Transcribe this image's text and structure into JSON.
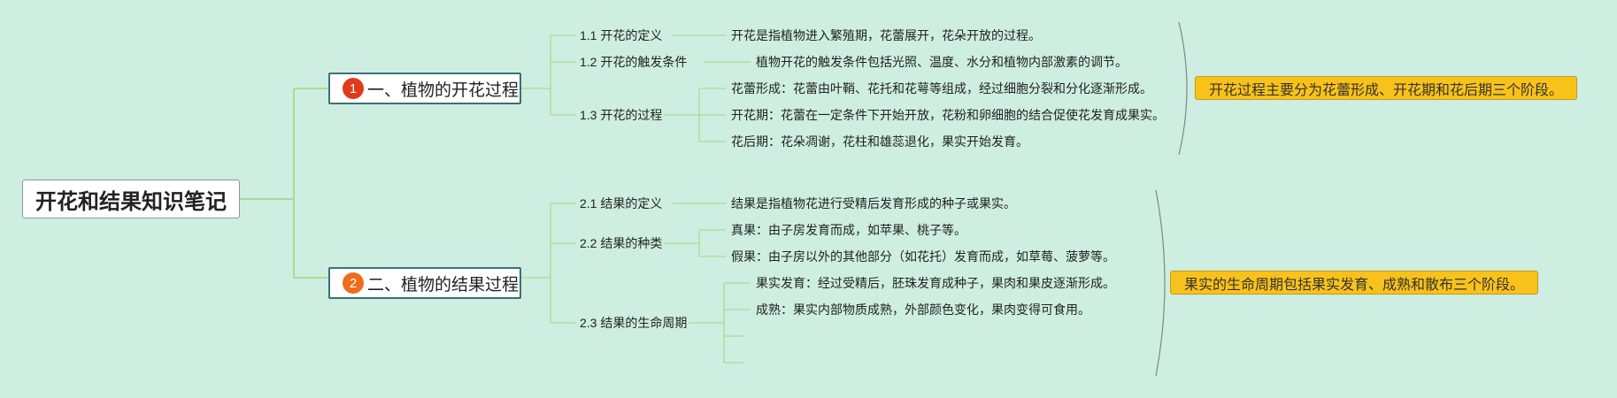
{
  "root": {
    "title": "开花和结果知识笔记"
  },
  "colors": {
    "background": "#cdeee0",
    "badge1": "#e03a1a",
    "badge2": "#ef6c1e",
    "summary": "#f9c21a",
    "connector": "#a8dd8c"
  },
  "sections": [
    {
      "badge": "1",
      "title": "一、植物的开花过程",
      "subs": [
        {
          "label": "1.1 开花的定义",
          "leaves": [
            "开花是指植物进入繁殖期，花蕾展开，花朵开放的过程。"
          ]
        },
        {
          "label": "1.2 开花的触发条件",
          "leaves": [
            "植物开花的触发条件包括光照、温度、水分和植物内部激素的调节。"
          ]
        },
        {
          "label": "1.3 开花的过程",
          "leaves": [
            "花蕾形成：花蕾由叶鞘、花托和花萼等组成，经过细胞分裂和分化逐渐形成。",
            "开花期：花蕾在一定条件下开始开放，花粉和卵细胞的结合促使花发育成果实。",
            "花后期：花朵凋谢，花柱和雄蕊退化，果实开始发育。"
          ]
        }
      ],
      "summary": "开花过程主要分为花蕾形成、开花期和花后期三个阶段。"
    },
    {
      "badge": "2",
      "title": "二、植物的结果过程",
      "subs": [
        {
          "label": "2.1 结果的定义",
          "leaves": [
            "结果是指植物花进行受精后发育形成的种子或果实。"
          ]
        },
        {
          "label": "2.2 结果的种类",
          "leaves": [
            "真果：由子房发育而成，如苹果、桃子等。",
            "假果：由子房以外的其他部分（如花托）发育而成，如草莓、菠萝等。"
          ]
        },
        {
          "label": "2.3 结果的生命周期",
          "leaves": [
            "果实发育：经过受精后，胚珠发育成种子，果肉和果皮逐渐形成。",
            "成熟：果实内部物质成熟，外部颜色变化，果肉变得可食用。",
            "",
            ""
          ]
        }
      ],
      "summary": "果实的生命周期包括果实发育、成熟和散布三个阶段。"
    }
  ]
}
